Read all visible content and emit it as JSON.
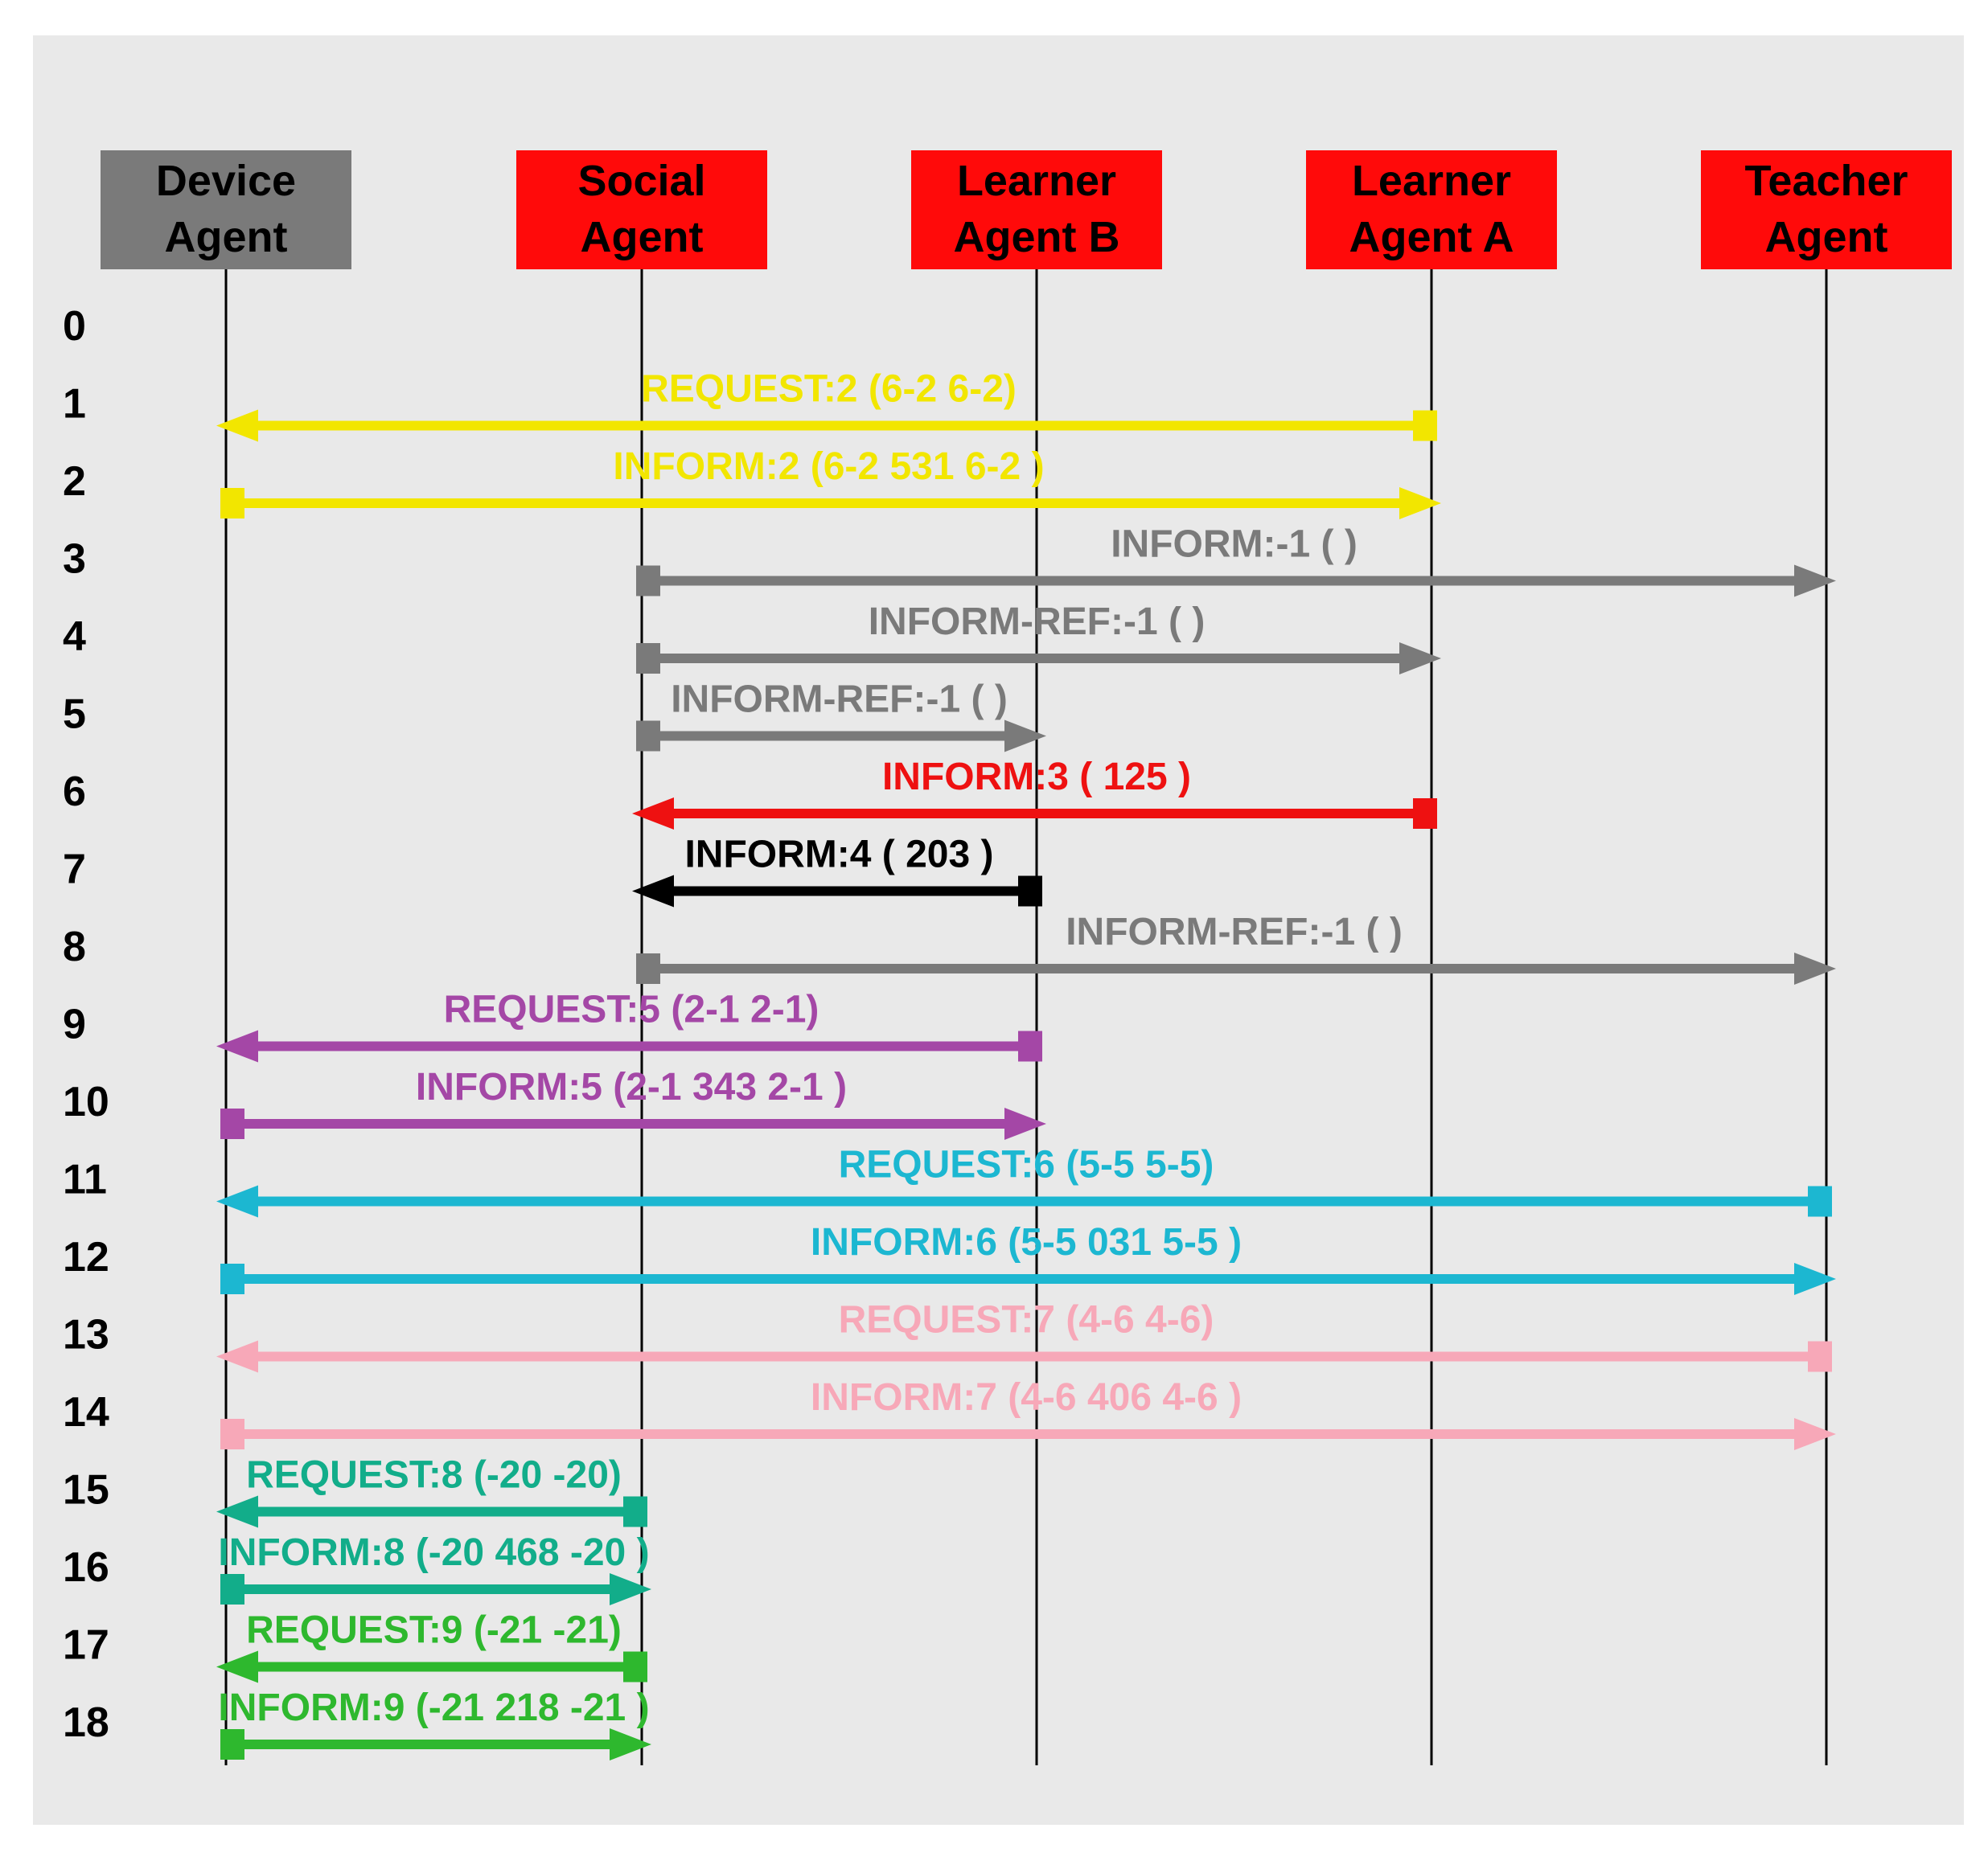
{
  "agents": [
    {
      "id": "device",
      "label_line1": "Device",
      "label_line2": "Agent",
      "fill": "#7a7a7a"
    },
    {
      "id": "social",
      "label_line1": "Social",
      "label_line2": "Agent",
      "fill": "#ff0a0a"
    },
    {
      "id": "learnerB",
      "label_line1": "Learner",
      "label_line2": "Agent B",
      "fill": "#ff0a0a"
    },
    {
      "id": "learnerA",
      "label_line1": "Learner",
      "label_line2": "Agent A",
      "fill": "#ff0a0a"
    },
    {
      "id": "teacher",
      "label_line1": "Teacher",
      "label_line2": "Agent",
      "fill": "#ff0a0a"
    }
  ],
  "rows": [
    "0",
    "1",
    "2",
    "3",
    "4",
    "5",
    "6",
    "7",
    "8",
    "9",
    "10",
    "11",
    "12",
    "13",
    "14",
    "15",
    "16",
    "17",
    "18"
  ],
  "messages": [
    {
      "row": 1,
      "from": "learnerA",
      "to": "device",
      "label": "REQUEST:2 (6-2  6-2)",
      "color": "#f2e600"
    },
    {
      "row": 2,
      "from": "device",
      "to": "learnerA",
      "label": "INFORM:2 (6-2    531  6-2 )",
      "color": "#f2e600"
    },
    {
      "row": 3,
      "from": "social",
      "to": "teacher",
      "label": "INFORM:-1 (           )",
      "color": "#7a7a7a"
    },
    {
      "row": 4,
      "from": "social",
      "to": "learnerA",
      "label": "INFORM-REF:-1 (         )",
      "color": "#7a7a7a"
    },
    {
      "row": 5,
      "from": "social",
      "to": "learnerB",
      "label": "INFORM-REF:-1 (         )",
      "color": "#7a7a7a"
    },
    {
      "row": 6,
      "from": "learnerA",
      "to": "social",
      "label": "INFORM:3 (    125     )",
      "color": "#ee1111"
    },
    {
      "row": 7,
      "from": "learnerB",
      "to": "social",
      "label": "INFORM:4 (    203     )",
      "color": "#000000"
    },
    {
      "row": 8,
      "from": "social",
      "to": "teacher",
      "label": "INFORM-REF:-1 (         )",
      "color": "#7a7a7a"
    },
    {
      "row": 9,
      "from": "learnerB",
      "to": "device",
      "label": "REQUEST:5  (2-1  2-1)",
      "color": "#a447a6"
    },
    {
      "row": 10,
      "from": "device",
      "to": "learnerB",
      "label": "INFORM:5 (2-1    343  2-1 )",
      "color": "#a447a6"
    },
    {
      "row": 11,
      "from": "teacher",
      "to": "device",
      "label": "REQUEST:6  (5-5  5-5)",
      "color": "#1cb7d1"
    },
    {
      "row": 12,
      "from": "device",
      "to": "teacher",
      "label": "INFORM:6 (5-5    031  5-5 )",
      "color": "#1cb7d1"
    },
    {
      "row": 13,
      "from": "teacher",
      "to": "device",
      "label": "REQUEST:7   (4-6  4-6)",
      "color": "#f7a8b8"
    },
    {
      "row": 14,
      "from": "device",
      "to": "teacher",
      "label": "INFORM:7 (4-6    406  4-6 )",
      "color": "#f7a8b8"
    },
    {
      "row": 15,
      "from": "social",
      "to": "device",
      "label": "REQUEST:8  (-20  -20)",
      "color": "#12ad8a"
    },
    {
      "row": 16,
      "from": "device",
      "to": "social",
      "label": "INFORM:8 (-20    468  -20 )",
      "color": "#12ad8a"
    },
    {
      "row": 17,
      "from": "social",
      "to": "device",
      "label": "REQUEST:9 (-21  -21)",
      "color": "#2eb82e"
    },
    {
      "row": 18,
      "from": "device",
      "to": "social",
      "label": "INFORM:9 (-21    218  -21 )",
      "color": "#2eb82e"
    }
  ],
  "colors": {
    "background": "#e9e9e9",
    "agent_text": "#000000",
    "lifeline": "#000000"
  }
}
